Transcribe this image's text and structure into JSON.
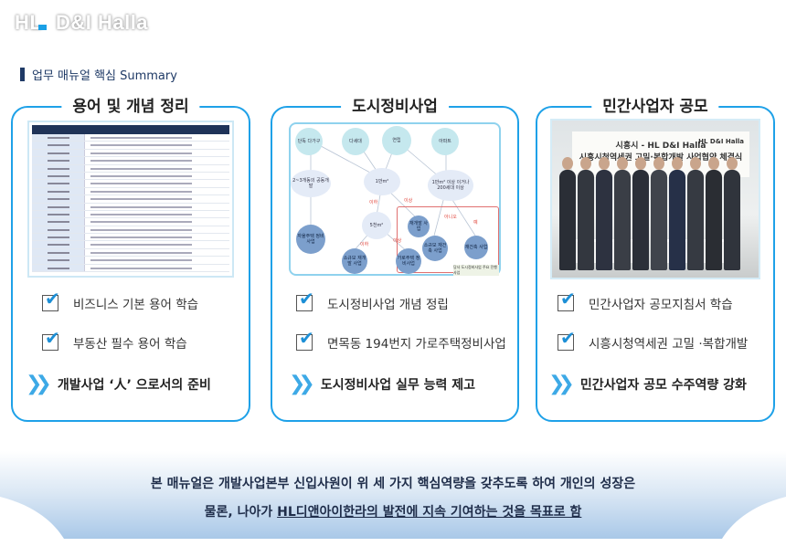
{
  "brand": {
    "logo_text_left": "HL",
    "logo_text_right": "D&I Halla"
  },
  "section_title": "업무 매뉴얼 핵심 Summary",
  "cards": [
    {
      "title": "용어 및 개념 정리",
      "items": [
        "비즈니스 기본 용어 학습",
        "부동산 필수 용어 학습"
      ],
      "goal": "개발사업 ‘人’ 으로서의 준비"
    },
    {
      "title": "도시정비사업",
      "items": [
        "도시정비사업 개념 정립",
        "면목동 194번지 가로주택정비사업"
      ],
      "goal": "도시정비사업 실무 능력 제고"
    },
    {
      "title": "민간사업자 공모",
      "items": [
        "민간사업자 공모지침서 학습",
        "시흥시청역세권 고밀 ·복합개발"
      ],
      "goal": "민간사업자 공모 수주역량 강화"
    }
  ],
  "diagram": {
    "nodes": [
      "단독 다가구",
      "다세대",
      "연립",
      "아파트",
      "2~3개동의 공동개발",
      "1만m²",
      "1만m² 이상 이거나 200세대 이상",
      "5천m²",
      "재개발 사업",
      "자율주택 정비사업",
      "소규모 재개발 사업",
      "가로주택 정비사업",
      "소규모 재건축 사업",
      "재건축 사업"
    ],
    "edge_labels": [
      "이하",
      "이상",
      "이하",
      "이상",
      "아니오",
      "예"
    ],
    "legend": "당사 도시정비사업 주요 진행사업"
  },
  "photo": {
    "banner_line1": "시흥시 - HL D&I Halla",
    "banner_line2": "시흥시청역세권 고밀·복합개발 사업협약 체결식",
    "banner_logo": "HL D&I Halla"
  },
  "footer": {
    "line1": "본 매뉴얼은 개발사업본부 신입사원이 위 세 가지 핵심역량을 갖추도록 하여 개인의 성장은",
    "line2_prefix": "물론, 나아가 ",
    "line2_underlined": "HL디앤아이한라의 발전에 지속 기여하는 것을 목표로 함"
  },
  "colors": {
    "accent": "#1ea1e8",
    "navy": "#1f3a66"
  }
}
